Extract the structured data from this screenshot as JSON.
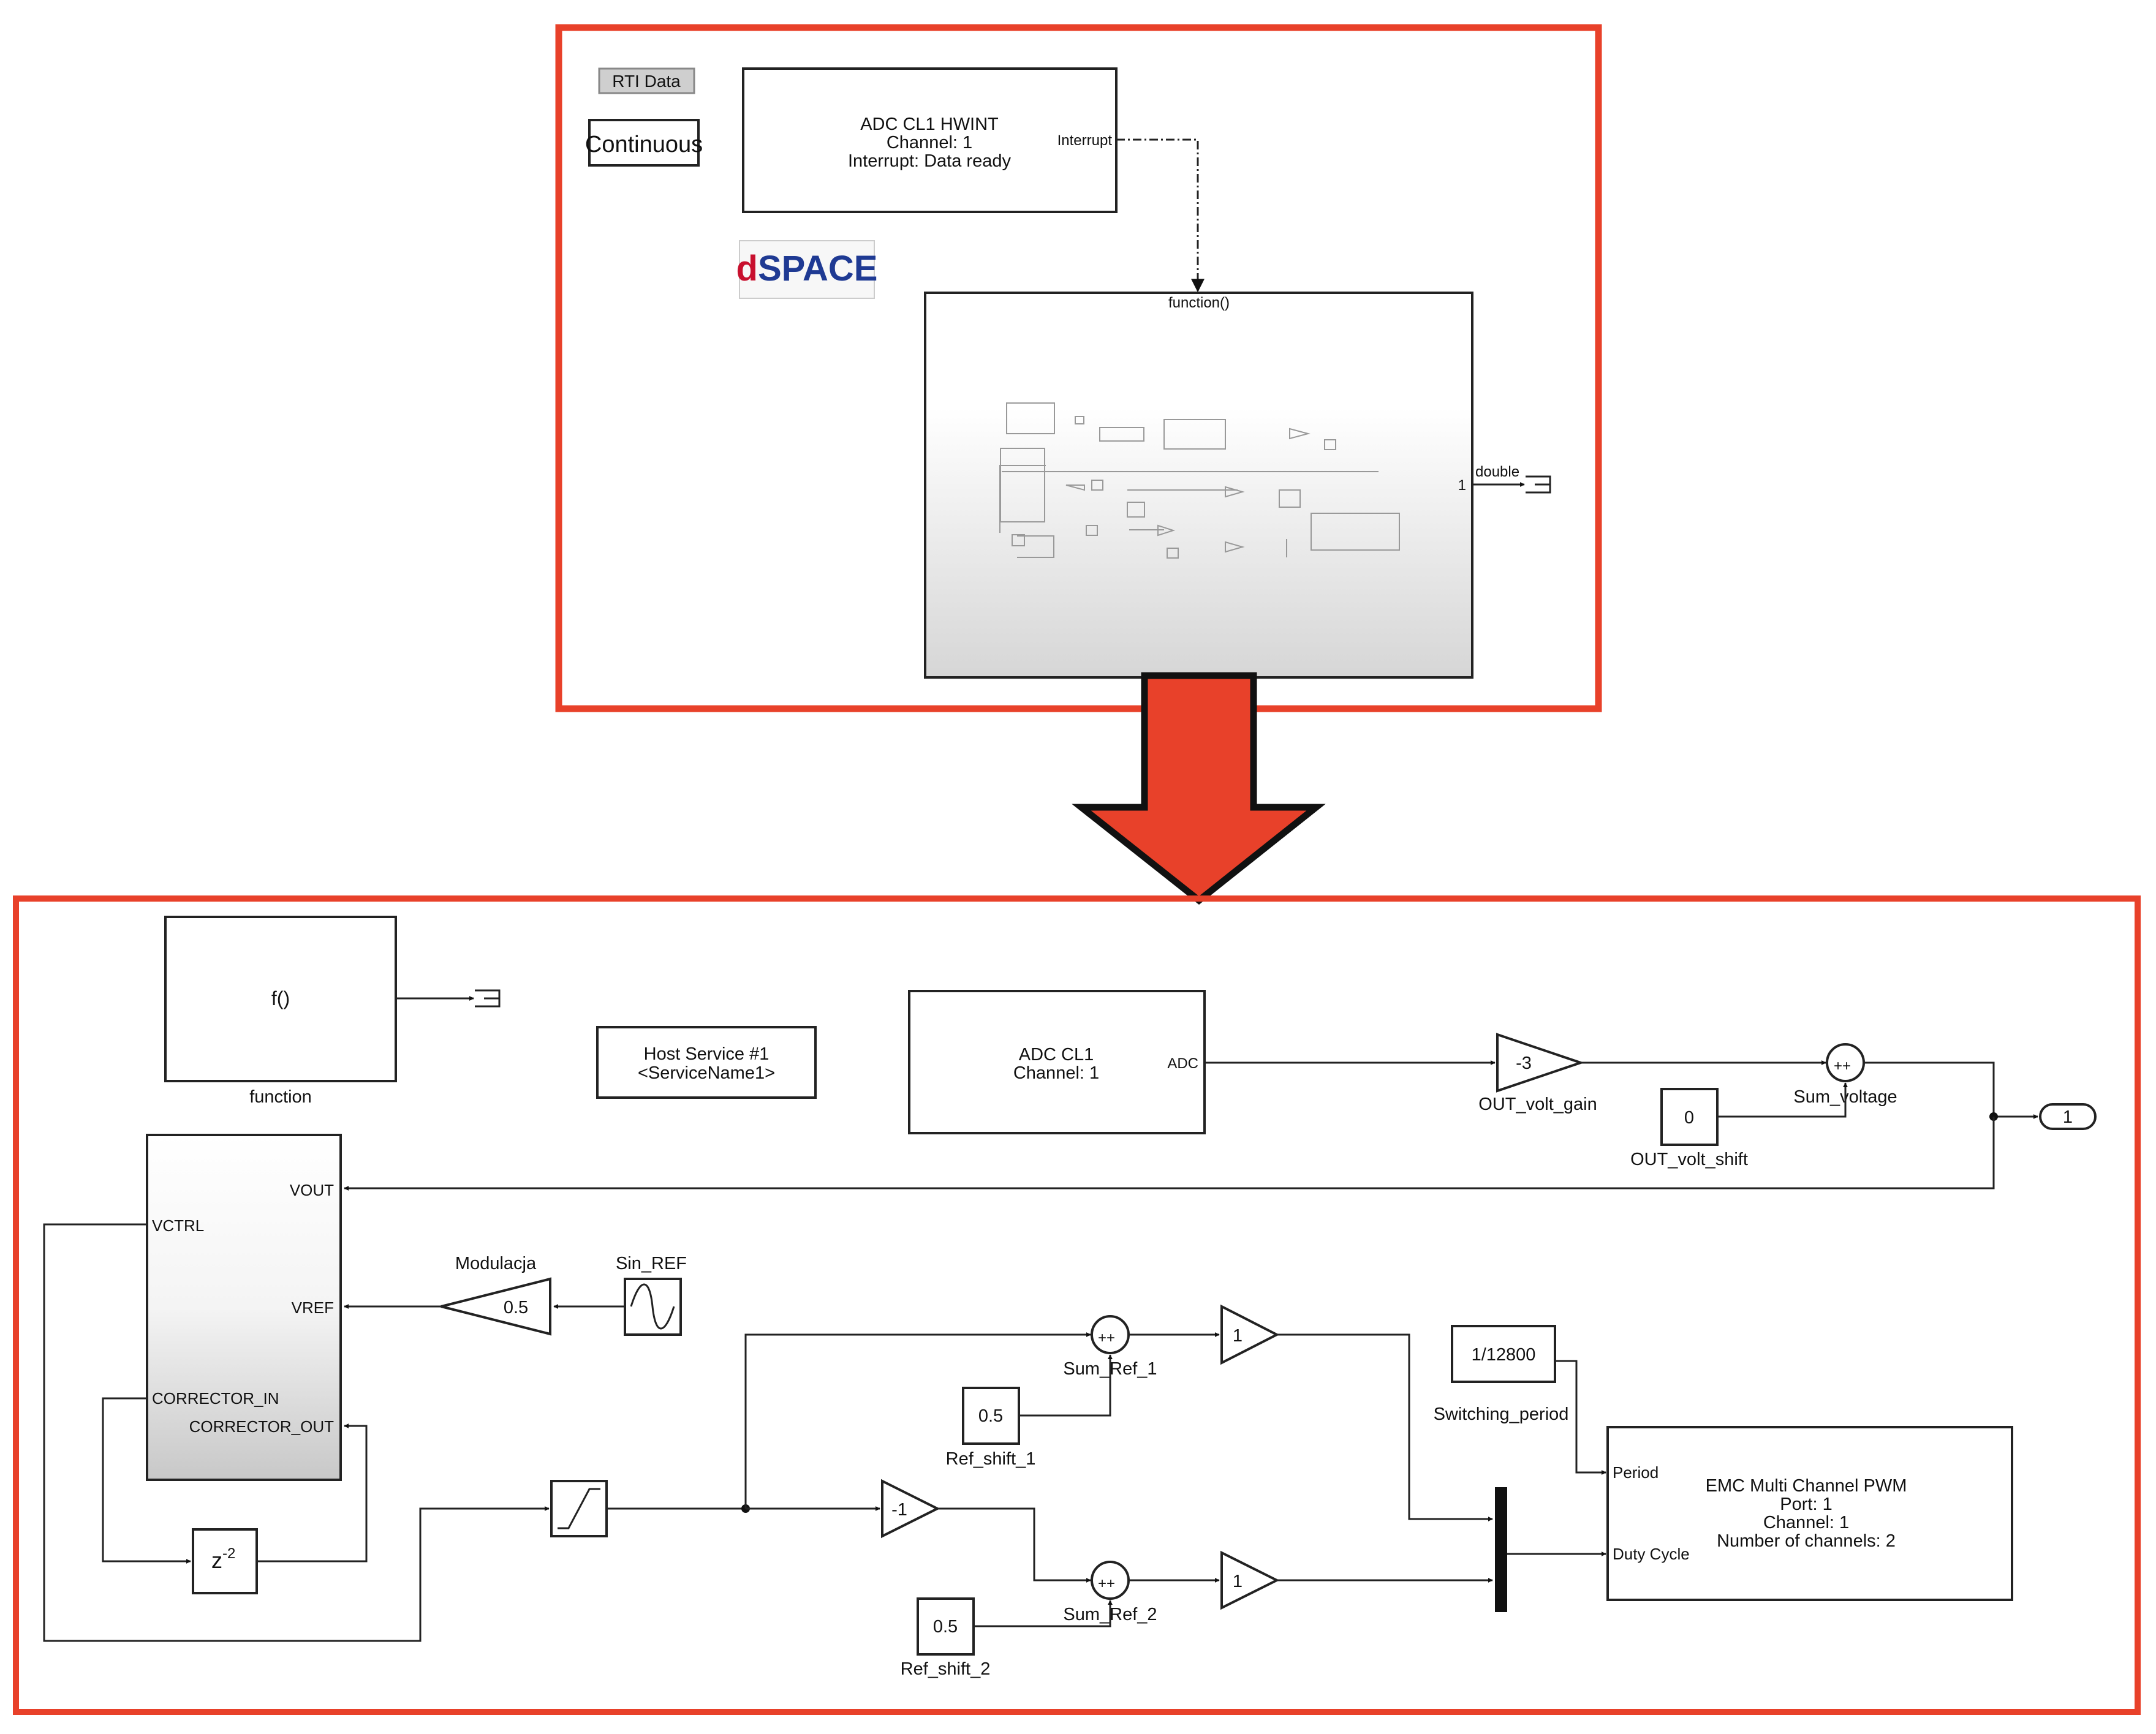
{
  "top_panel": {
    "rti_data_label": "RTI Data",
    "continuous_label": "Continuous",
    "dspace_logo": {
      "text": "dSPACE",
      "color_d": "#c8102e",
      "color_space": "#1f3a93"
    },
    "adc_hwint": {
      "lines": [
        "ADC CL1 HWINT",
        "Channel: 1",
        "Interrupt: Data ready"
      ],
      "port": "Interrupt"
    },
    "subsystem": {
      "trigger_label": "function()",
      "out_port": "1",
      "out_signal": "double"
    }
  },
  "bottom_panel": {
    "function_block": {
      "text": "f()",
      "caption": "function"
    },
    "host_service": {
      "lines": [
        "Host Service #1",
        "<ServiceName1>"
      ]
    },
    "adc_block": {
      "lines": [
        "ADC CL1",
        "Channel: 1"
      ],
      "port": "ADC"
    },
    "out_volt_gain": {
      "value": "-3",
      "caption": "OUT_volt_gain"
    },
    "sum_voltage": {
      "caption": "Sum_voltage"
    },
    "out_volt_shift": {
      "value": "0",
      "caption": "OUT_volt_shift"
    },
    "outport": {
      "value": "1"
    },
    "plant": {
      "ports": {
        "vout": "VOUT",
        "vctrl": "VCTRL",
        "vref": "VREF",
        "corrector_in": "CORRECTOR_IN",
        "corrector_out": "CORRECTOR_OUT"
      }
    },
    "modulacja": {
      "value": "0.5",
      "caption": "Modulacja"
    },
    "sin_ref": {
      "caption": "Sin_REF"
    },
    "delay": {
      "base": "z",
      "exp": "-2"
    },
    "neg_gain": {
      "value": "-1"
    },
    "sum_ref_1": {
      "caption": "Sum_Ref_1"
    },
    "sum_ref_2": {
      "caption": "Sum_Ref_2"
    },
    "ref_shift_1": {
      "value": "0.5",
      "caption": "Ref_shift_1"
    },
    "ref_shift_2": {
      "value": "0.5",
      "caption": "Ref_shift_2"
    },
    "gain_1": {
      "value": "1"
    },
    "gain_2": {
      "value": "1"
    },
    "switching_period": {
      "value": "1/12800",
      "caption": "Switching_period"
    },
    "pwm": {
      "lines": [
        "EMC Multi Channel PWM",
        "Port: 1",
        "Channel: 1",
        "Number of channels: 2"
      ],
      "port_period": "Period",
      "port_duty": "Duty Cycle"
    },
    "sum_signs": "++"
  },
  "colors": {
    "frame": "#e8412a",
    "arrow": "#e8412a",
    "continuous_text": "#2a2a9c"
  }
}
